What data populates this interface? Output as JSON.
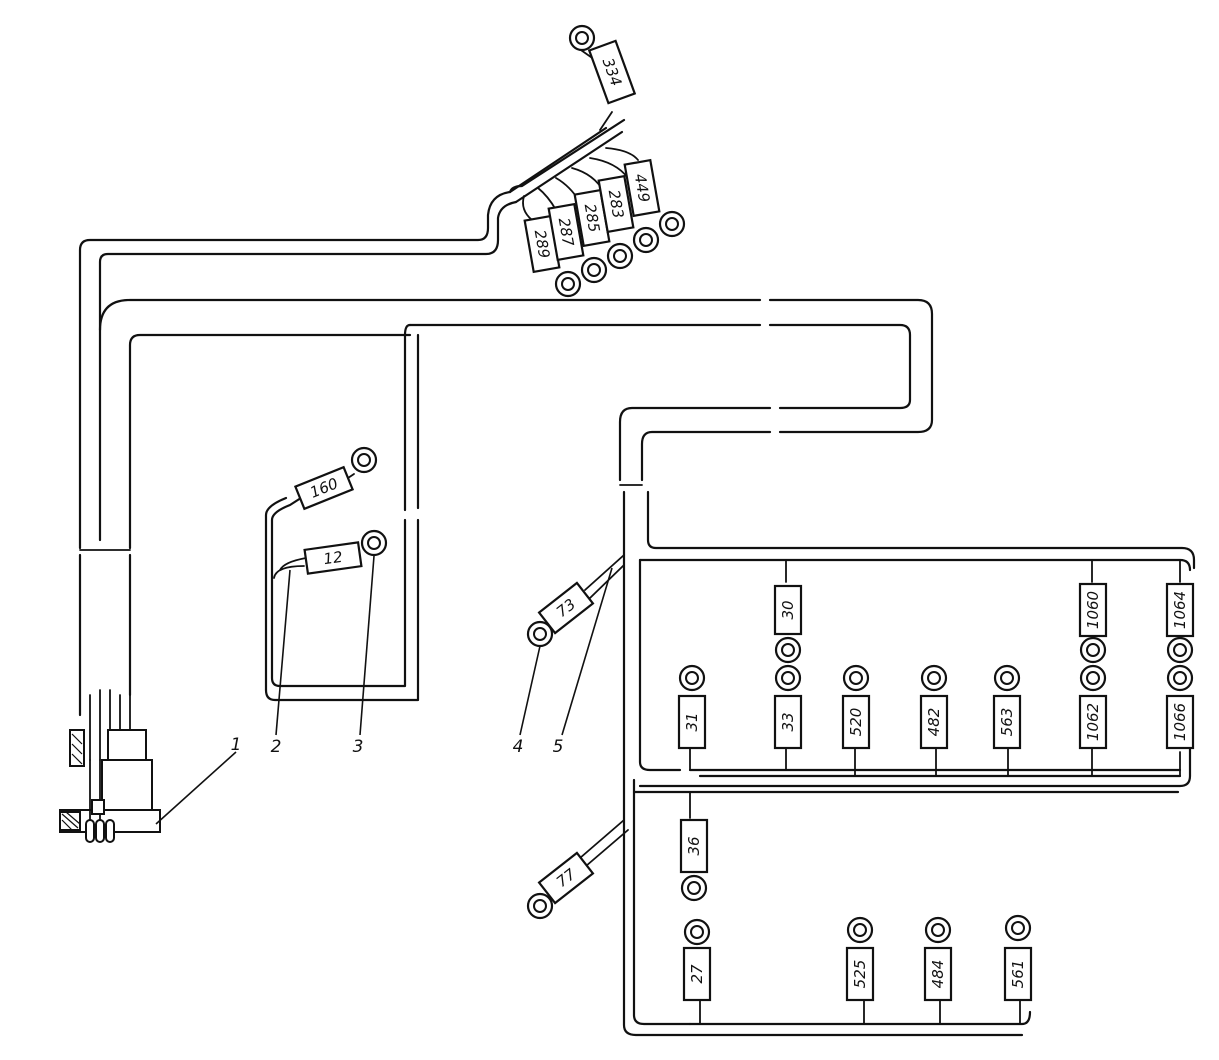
{
  "diagram": {
    "tags": [
      {
        "id": "t334",
        "label": "334"
      },
      {
        "id": "t289",
        "label": "289"
      },
      {
        "id": "t287",
        "label": "287"
      },
      {
        "id": "t285",
        "label": "285"
      },
      {
        "id": "t283",
        "label": "283"
      },
      {
        "id": "t449",
        "label": "449"
      },
      {
        "id": "t160",
        "label": "160"
      },
      {
        "id": "t12",
        "label": "12"
      },
      {
        "id": "t73",
        "label": "73"
      },
      {
        "id": "t77",
        "label": "77"
      },
      {
        "id": "t30",
        "label": "30"
      },
      {
        "id": "t1060",
        "label": "1060"
      },
      {
        "id": "t1064",
        "label": "1064"
      },
      {
        "id": "t31",
        "label": "31"
      },
      {
        "id": "t33",
        "label": "33"
      },
      {
        "id": "t520",
        "label": "520"
      },
      {
        "id": "t482",
        "label": "482"
      },
      {
        "id": "t563",
        "label": "563"
      },
      {
        "id": "t1062",
        "label": "1062"
      },
      {
        "id": "t1066",
        "label": "1066"
      },
      {
        "id": "t36",
        "label": "36"
      },
      {
        "id": "t27",
        "label": "27"
      },
      {
        "id": "t525",
        "label": "525"
      },
      {
        "id": "t484",
        "label": "484"
      },
      {
        "id": "t561",
        "label": "561"
      }
    ],
    "callouts": [
      {
        "id": "c1",
        "label": "1"
      },
      {
        "id": "c2",
        "label": "2"
      },
      {
        "id": "c3",
        "label": "3"
      },
      {
        "id": "c4",
        "label": "4"
      },
      {
        "id": "c5",
        "label": "5"
      }
    ]
  }
}
